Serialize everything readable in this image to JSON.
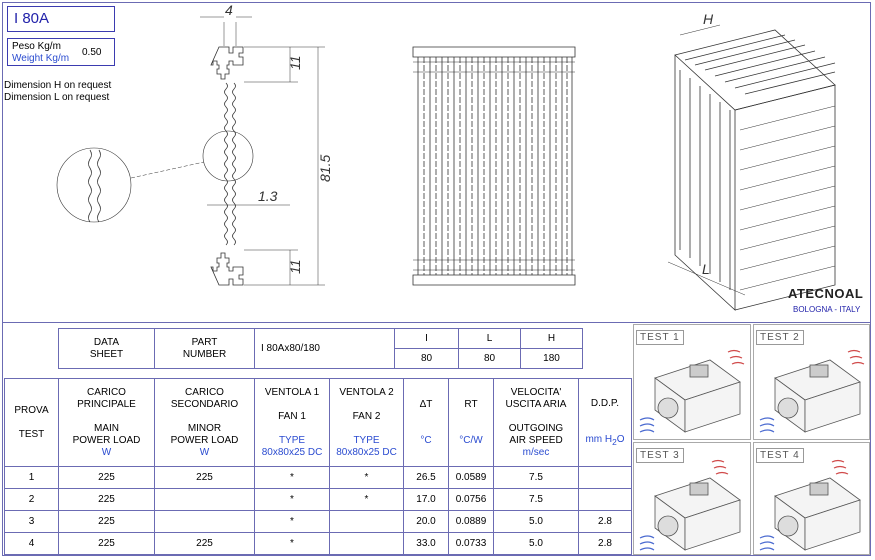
{
  "header": {
    "model": "I 80A",
    "weight_label_it": "Peso Kg/m",
    "weight_label_en": "Weight Kg/m",
    "weight_value": "0.50",
    "note_h": "Dimension H on request",
    "note_l": "Dimension L on request"
  },
  "drawing": {
    "dim_top": "4",
    "dim_fin_top": "11",
    "dim_height": "81.5",
    "dim_thickness": "1.3",
    "dim_fin_bottom": "11",
    "label_h": "H",
    "label_l": "L"
  },
  "brand": {
    "logo": "TECNOAL",
    "logo_mark": "A",
    "location": "BOLOGNA - ITALY"
  },
  "sheet": {
    "data_sheet_1": "DATA",
    "data_sheet_2": "SHEET",
    "part_number_1": "PART",
    "part_number_2": "NUMBER",
    "part_value": "I 80Ax80/180",
    "dim_i_label": "I",
    "dim_l_label": "L",
    "dim_h_label": "H",
    "dim_i_value": "80",
    "dim_l_value": "80",
    "dim_h_value": "180"
  },
  "columns": {
    "prova": [
      "PROVA",
      "TEST"
    ],
    "main": [
      "CARICO",
      "PRINCIPALE",
      "MAIN",
      "POWER LOAD"
    ],
    "main_unit": "W",
    "minor": [
      "CARICO",
      "SECONDARIO",
      "MINOR",
      "POWER LOAD"
    ],
    "minor_unit": "W",
    "fan1": [
      "VENTOLA 1",
      "FAN 1"
    ],
    "fan1_type": [
      "TYPE",
      "80x80x25 DC"
    ],
    "fan2": [
      "VENTOLA 2",
      "FAN 2"
    ],
    "fan2_type": [
      "TYPE",
      "80x80x25 DC"
    ],
    "dt": "ΔT",
    "dt_unit": "°C",
    "rt": "RT",
    "rt_unit": "°C/W",
    "speed": [
      "VELOCITA'",
      "USCITA  ARIA",
      "OUTGOING",
      "AIR SPEED"
    ],
    "speed_unit": "m/sec",
    "ddp": "D.D.P.",
    "ddp_unit": "mm H",
    "ddp_unit_sub": "2",
    "ddp_unit_end": "O"
  },
  "chart_data": {
    "type": "table",
    "columns": [
      "PROVA / TEST",
      "MAIN POWER LOAD (W)",
      "MINOR POWER LOAD (W)",
      "FAN 1",
      "FAN 2",
      "ΔT (°C)",
      "RT (°C/W)",
      "AIR SPEED (m/sec)",
      "D.D.P. (mm H2O)"
    ],
    "rows": [
      [
        "1",
        "225",
        "225",
        "*",
        "*",
        "26.5",
        "0.0589",
        "7.5",
        ""
      ],
      [
        "2",
        "225",
        "",
        "*",
        "*",
        "17.0",
        "0.0756",
        "7.5",
        ""
      ],
      [
        "3",
        "225",
        "",
        "*",
        "",
        "20.0",
        "0.0889",
        "5.0",
        "2.8"
      ],
      [
        "4",
        "225",
        "225",
        "*",
        "",
        "33.0",
        "0.0733",
        "5.0",
        "2.8"
      ]
    ]
  },
  "tests": {
    "t1": "TEST  1",
    "t2": "TEST  2",
    "t3": "TEST  3",
    "t4": "TEST  4"
  }
}
